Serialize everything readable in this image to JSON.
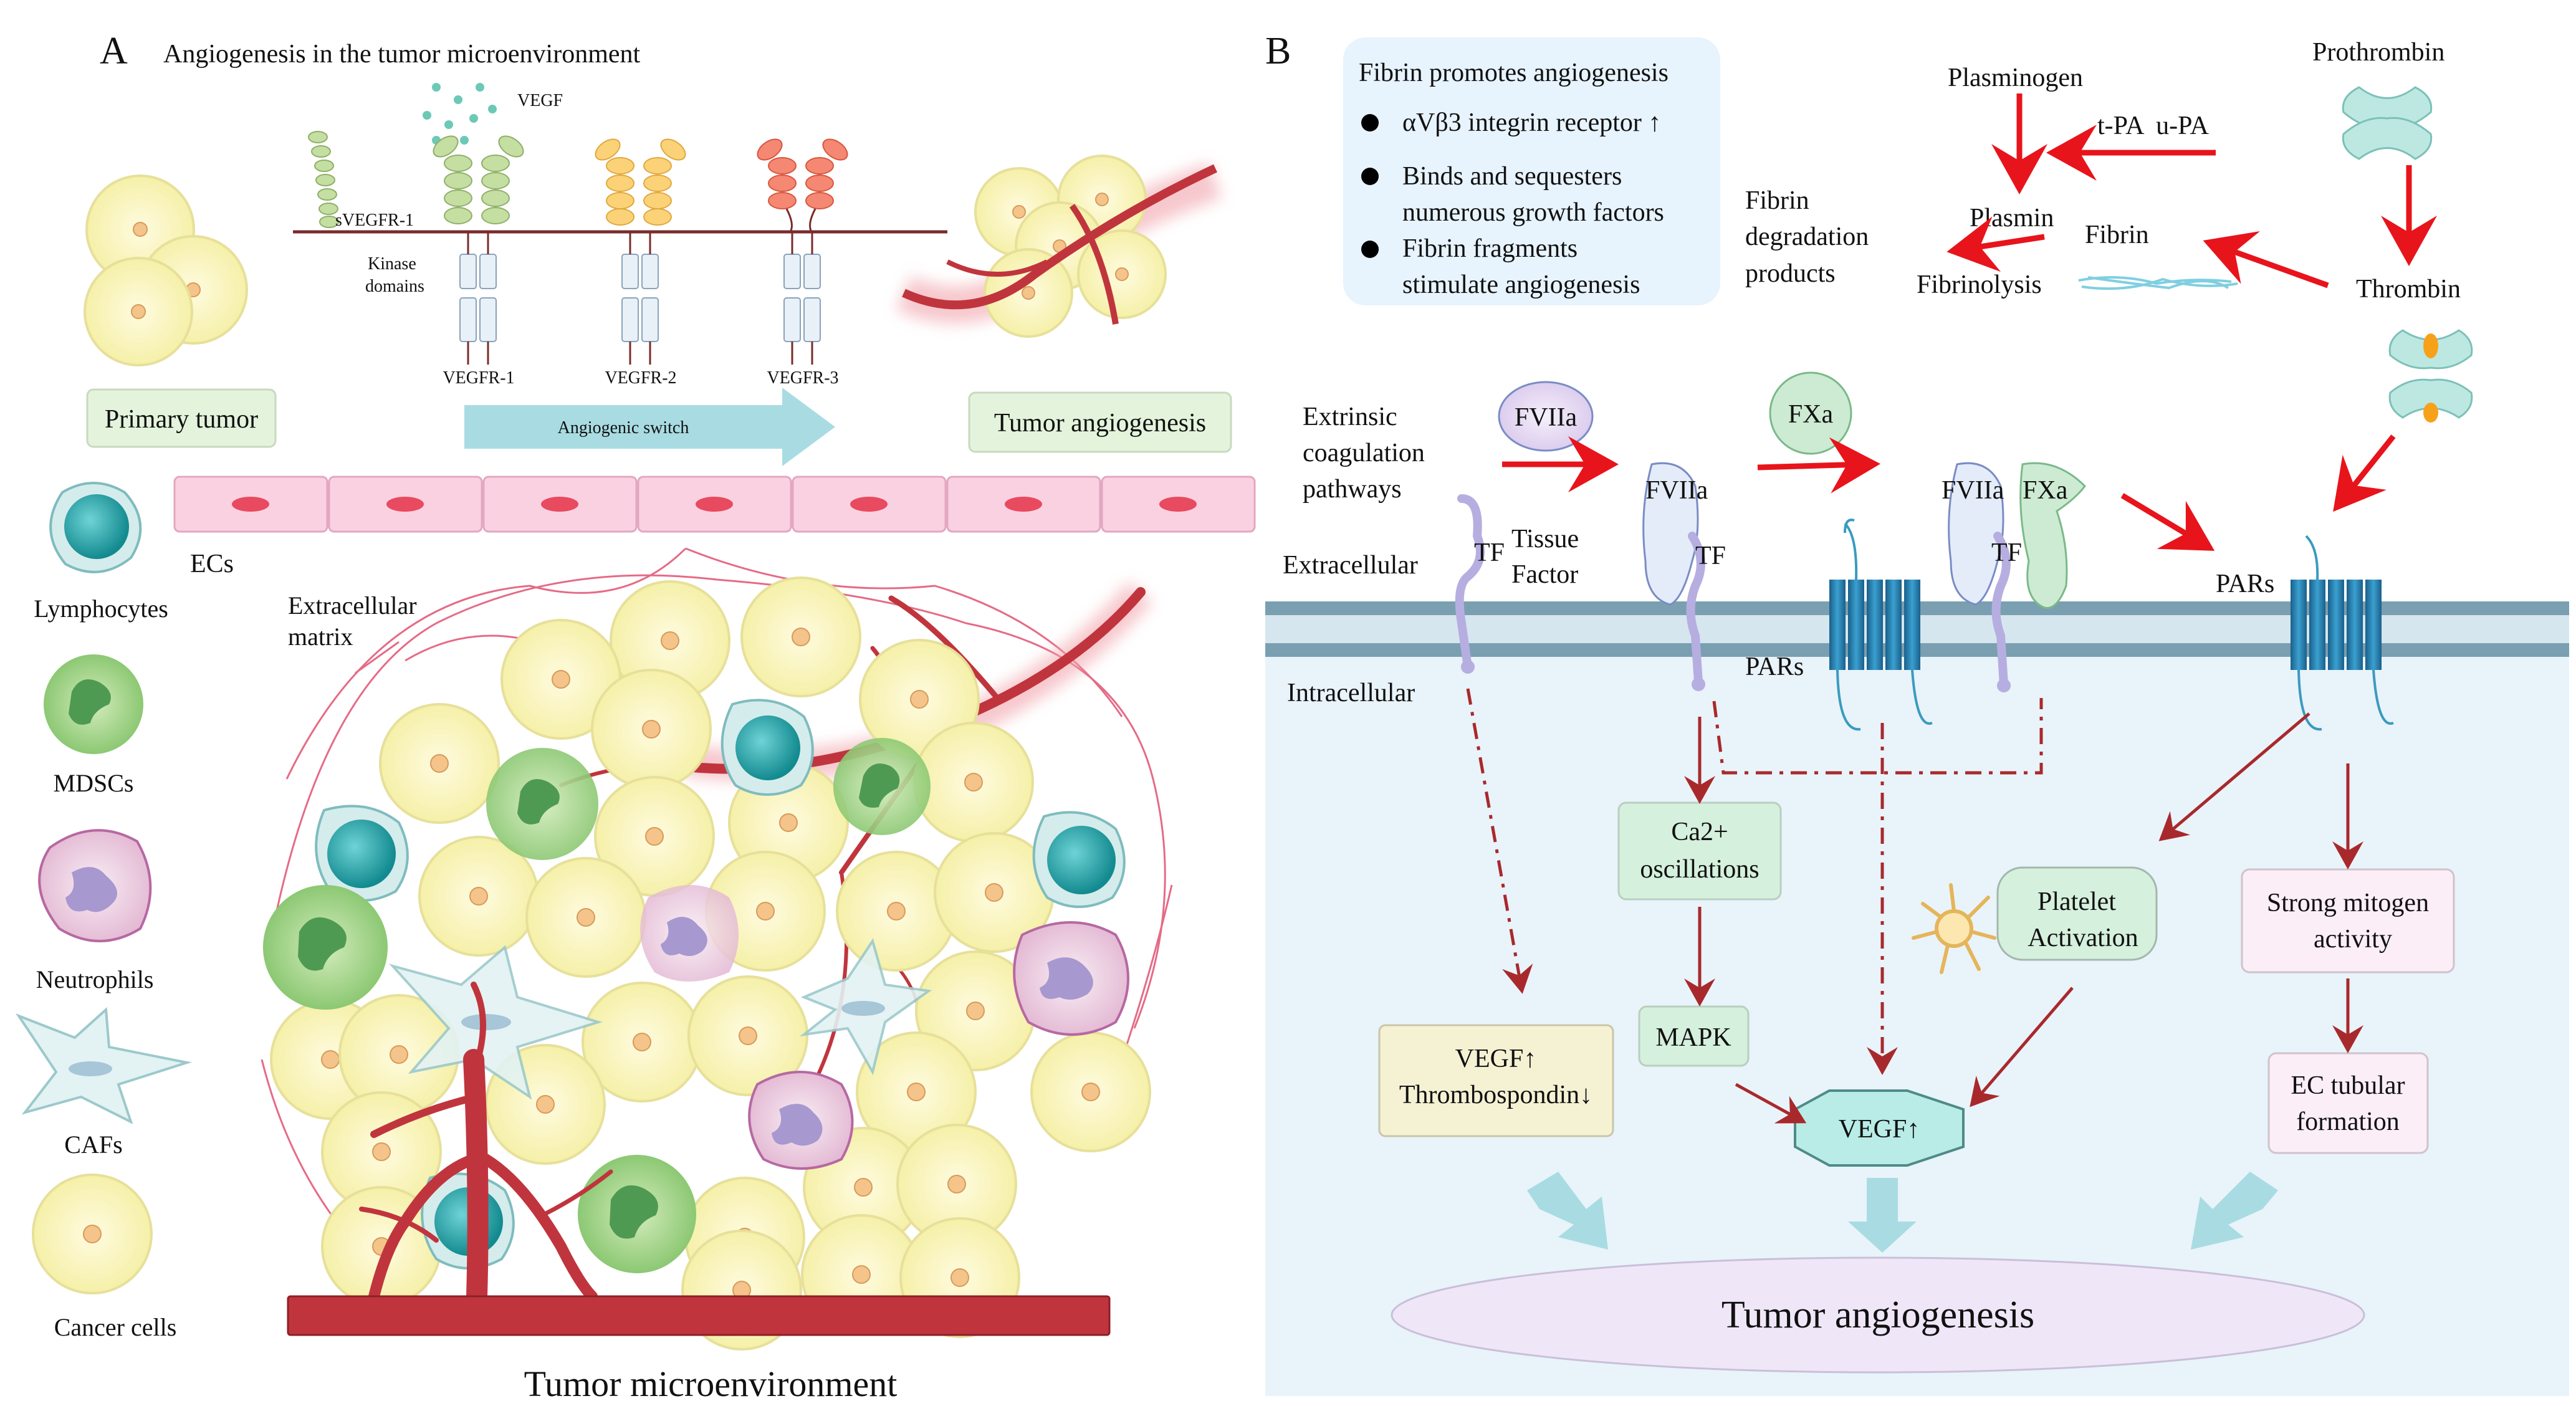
{
  "panel_a": {
    "letter": "A",
    "title": "Angiogenesis in the tumor microenvironment",
    "vegf": "VEGF",
    "svegfr1": "sVEGFR-1",
    "kinase_line1": "Kinase",
    "kinase_line2": "domains",
    "vegfr1": "VEGFR-1",
    "vegfr2": "VEGFR-2",
    "vegfr3": "VEGFR-3",
    "angiogenic_switch": "Angiogenic switch",
    "primary_tumor": "Primary tumor",
    "tumor_angiogenesis": "Tumor angiogenesis",
    "ecs": "ECs",
    "ecm_line1": "Extracellular",
    "ecm_line2": "matrix",
    "legend": {
      "lymphocytes": "Lymphocytes",
      "mdscs": "MDSCs",
      "neutrophils": "Neutrophils",
      "cafs": "CAFs",
      "cancer_cells": "Cancer cells"
    },
    "footer": "Tumor microenvironment"
  },
  "panel_b": {
    "letter": "B",
    "fibrin_box": {
      "title": "Fibrin promotes angiogenesis",
      "item1": "αVβ3 integrin receptor ↑",
      "item2_line1": "Binds and sequesters",
      "item2_line2": "numerous growth factors",
      "item3_line1": "Fibrin fragments",
      "item3_line2": "stimulate angiogenesis"
    },
    "fdp_line1": "Fibrin",
    "fdp_line2": "degradation",
    "fdp_line3": "products",
    "plasminogen": "Plasminogen",
    "tpa_upa": "t-PA  u-PA",
    "plasmin": "Plasmin",
    "fibrin": "Fibrin",
    "fibrinolysis": "Fibrinolysis",
    "prothrombin": "Prothrombin",
    "thrombin": "Thrombin",
    "extrinsic_line1": "Extrinsic",
    "extrinsic_line2": "coagulation",
    "extrinsic_line3": "pathways",
    "fviia": "FVIIa",
    "fxa": "FXa",
    "tf": "TF",
    "tissue_line1": "Tissue",
    "tissue_line2": "Factor",
    "extracellular": "Extracellular",
    "intracellular": "Intracellular",
    "pars": "PARs",
    "ca_line1": "Ca2+",
    "ca_line2": "oscillations",
    "mapk": "MAPK",
    "platelet_line1": "Platelet",
    "platelet_line2": "Activation",
    "mitogen_line1": "Strong mitogen",
    "mitogen_line2": "activity",
    "ec_line1": "EC tubular",
    "ec_line2": "formation",
    "vegf_tsp_line1": "VEGF↑",
    "vegf_tsp_line2": "Thrombospondin↓",
    "vegf_up": "VEGF↑",
    "footer": "Tumor angiogenesis"
  },
  "colors": {
    "arrow_red": "#e8141b",
    "dark_red_arrow": "#a8292c",
    "membrane_blue": "#7a9fb1",
    "cell_bg_blue": "#e9f3fa",
    "cancer_cell_fill": "#fbf7c4",
    "cancer_nucleus": "#f4c48a",
    "vessel_red": "#c0353d",
    "switch_arrow": "#a8dce2",
    "par_blue": "#1c76ad",
    "vegfr1_green": "#c5dea1",
    "vegfr2_yellow": "#fcd278",
    "vegfr3_red": "#f58873",
    "ec_pink": "#fad1e1"
  }
}
